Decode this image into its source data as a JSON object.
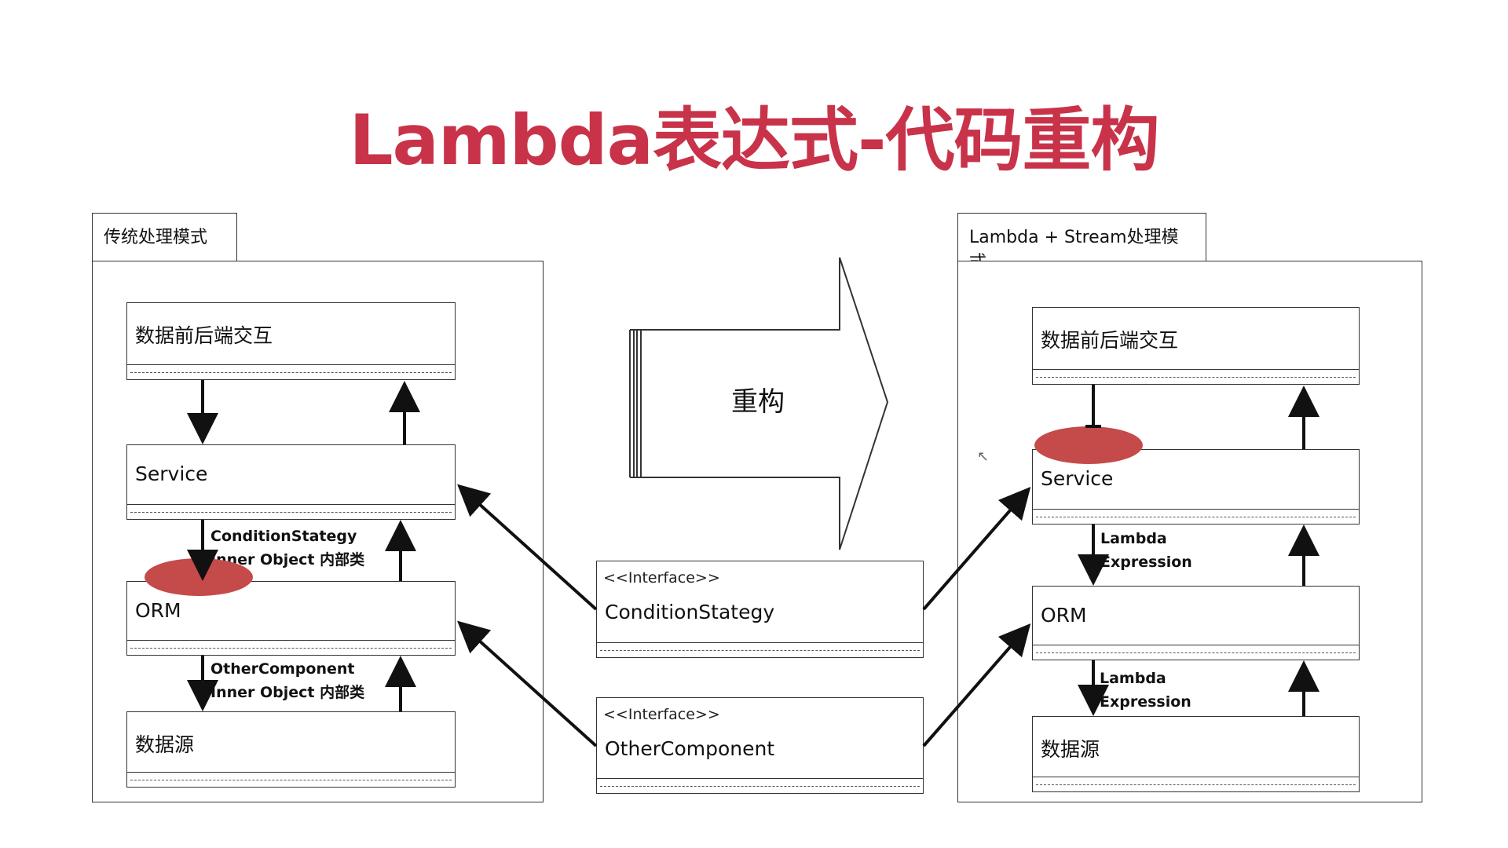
{
  "title": "Lambda表达式-代码重构",
  "left_package": {
    "label": "传统处理模式",
    "boxes": [
      "数据前后端交互",
      "Service",
      "ORM",
      "数据源"
    ],
    "notes": [
      {
        "line1": "ConditionStategy",
        "line2": "Inner Object 内部类"
      },
      {
        "line1": "OtherComponent",
        "line2": "Inner Object 内部类"
      }
    ]
  },
  "right_package": {
    "label": "Lambda + Stream处理模式",
    "boxes": [
      "数据前后端交互",
      "Service",
      "ORM",
      "数据源"
    ],
    "notes": [
      {
        "line1": "Lambda",
        "line2": "Expression"
      },
      {
        "line1": "Lambda",
        "line2": "Expression"
      }
    ]
  },
  "middle": {
    "refactor_arrow_label": "重构",
    "interfaces": [
      {
        "stereotype": "<<Interface>>",
        "name": "ConditionStategy"
      },
      {
        "stereotype": "<<Interface>>",
        "name": "OtherComponent"
      }
    ]
  },
  "colors": {
    "title": "#c8334a",
    "blob": "#c54a4a",
    "line": "#111111"
  }
}
